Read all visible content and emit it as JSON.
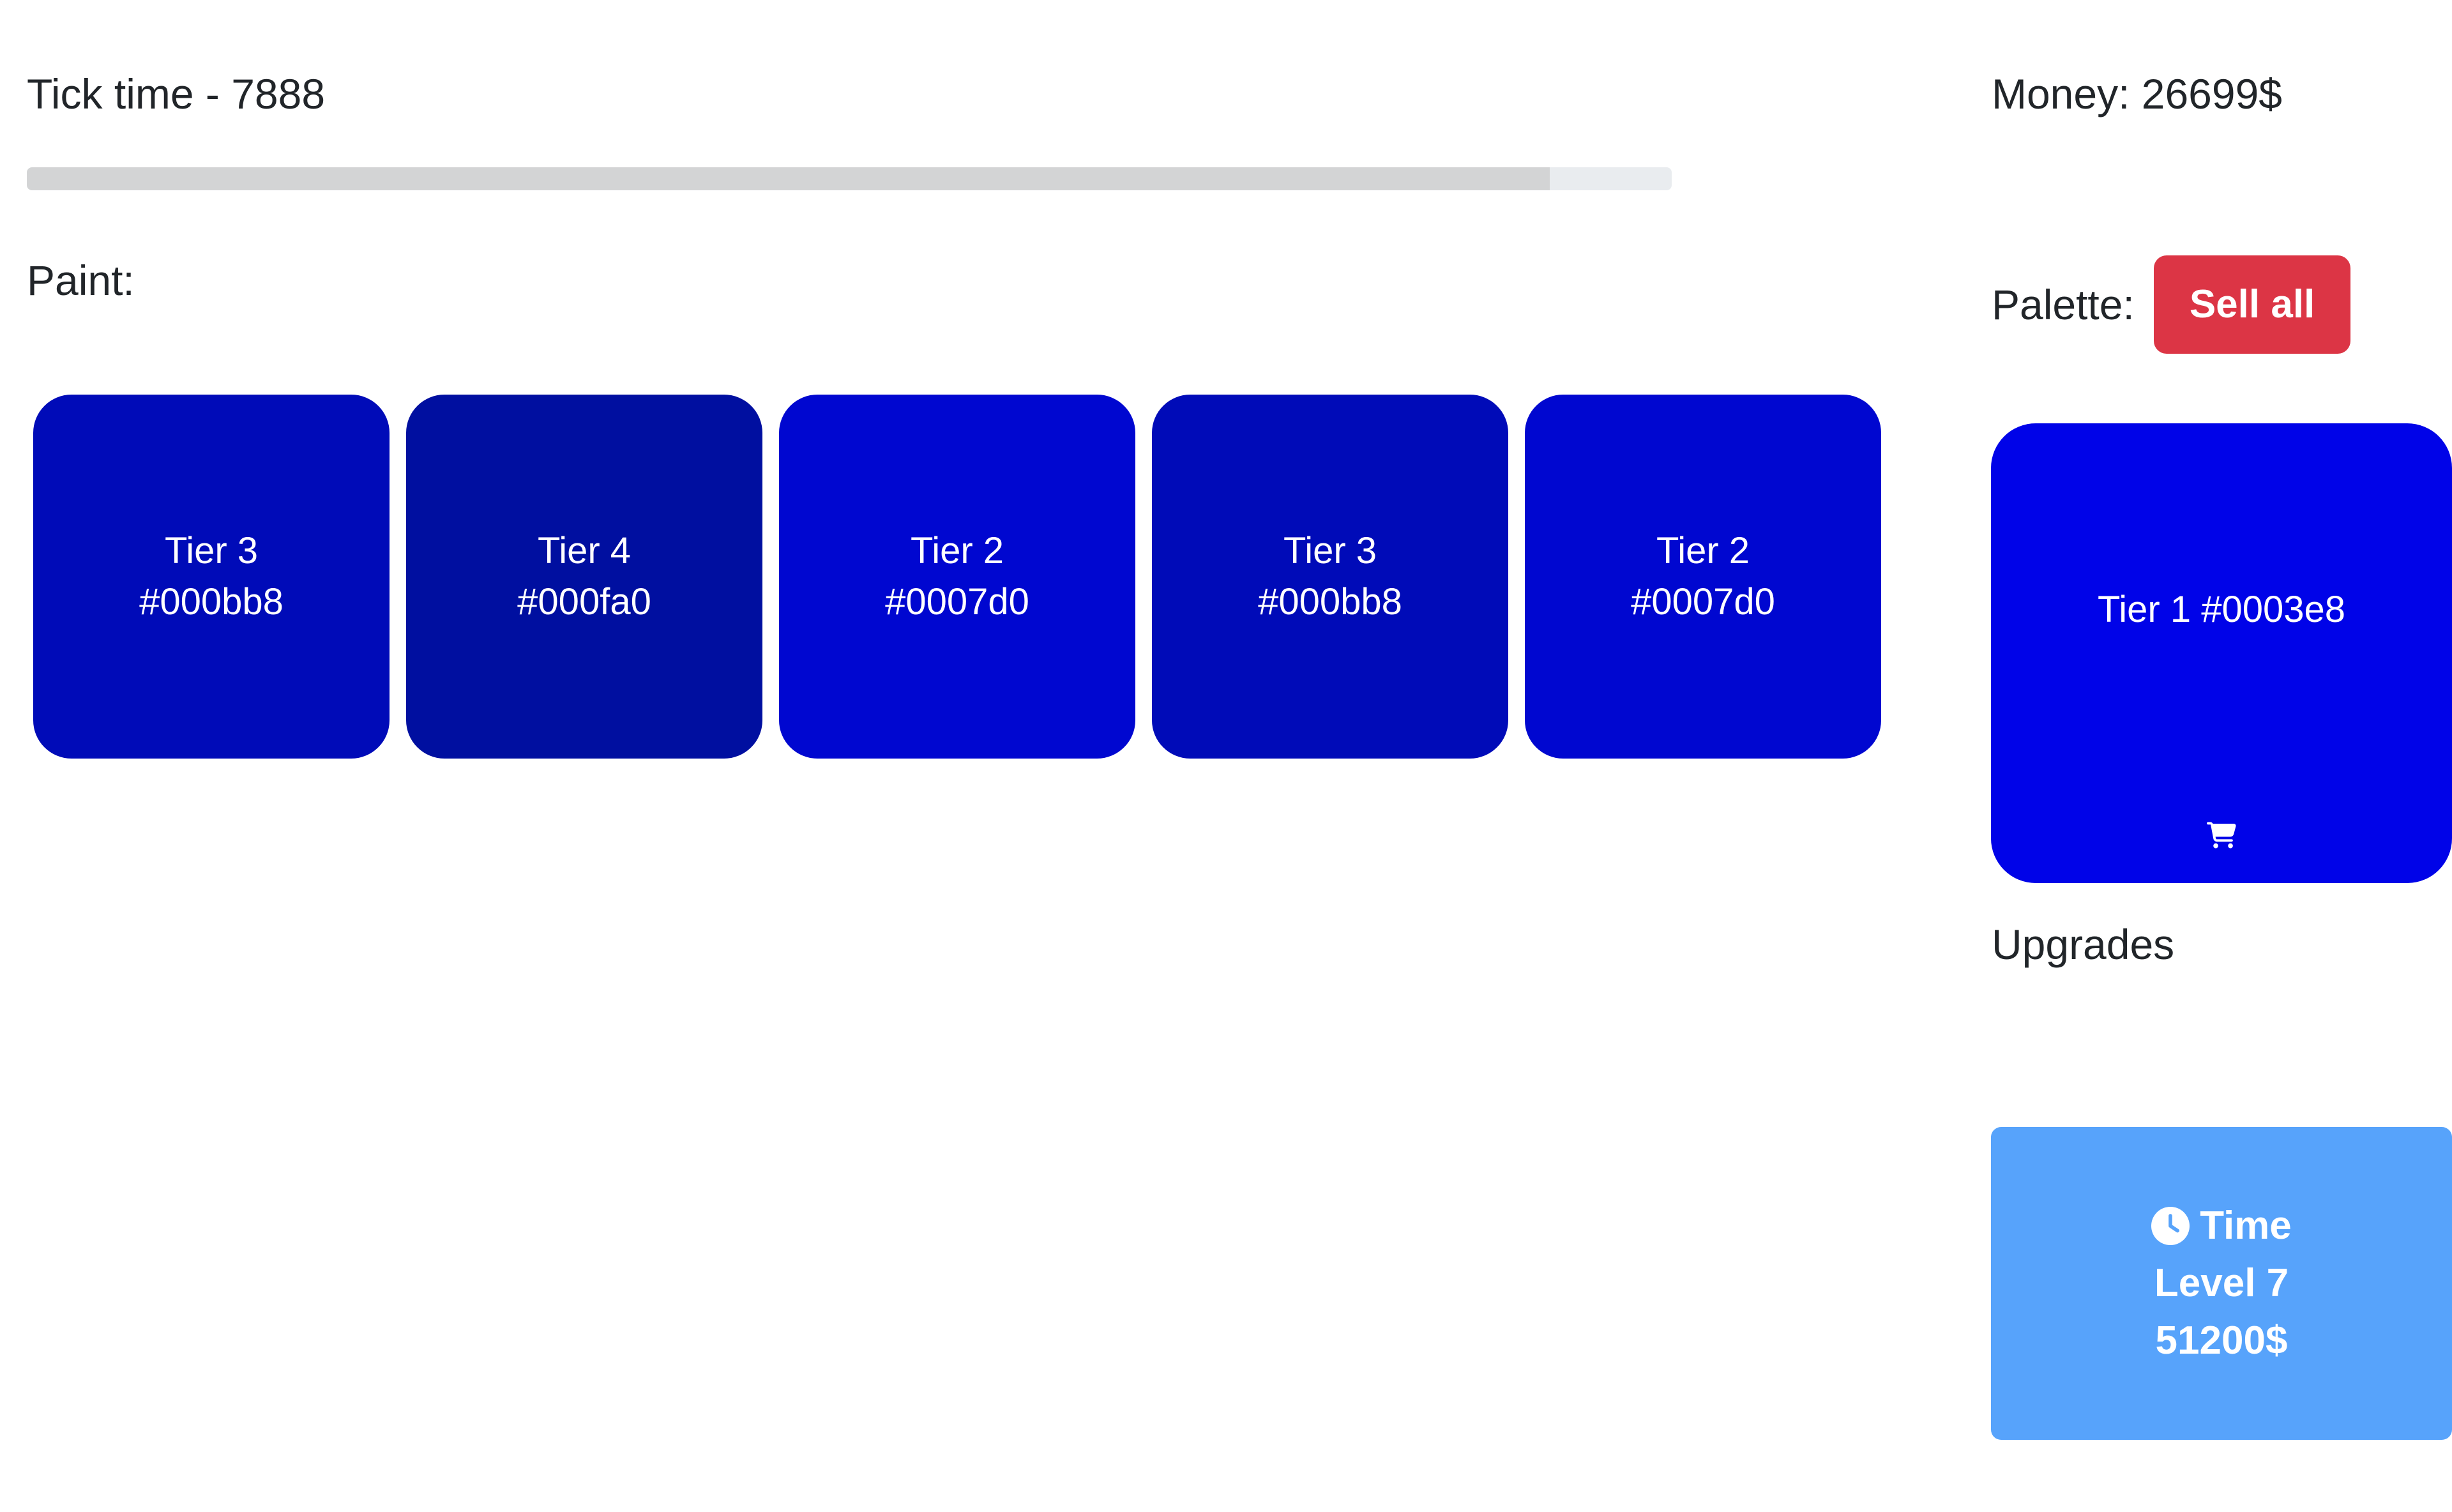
{
  "header": {
    "tick_time_label": "Tick time - 7888",
    "tick_progress_percent": 92.6
  },
  "paint": {
    "section_label": "Paint:",
    "tiles": [
      {
        "tier": "Tier 3",
        "hex": "#000bb8"
      },
      {
        "tier": "Tier 4",
        "hex": "#000fa0"
      },
      {
        "tier": "Tier 2",
        "hex": "#0007d0"
      },
      {
        "tier": "Tier 3",
        "hex": "#000bb8"
      },
      {
        "tier": "Tier 2",
        "hex": "#0007d0"
      }
    ]
  },
  "sidebar": {
    "money_label": "Money: 26699$",
    "palette_label": "Palette:",
    "sell_all_label": "Sell all",
    "palette_card": {
      "tier": "Tier 1",
      "hex": "#0003e8",
      "buy_icon": "shopping-cart-icon"
    },
    "upgrades_label": "Upgrades",
    "upgrades": [
      {
        "icon": "clock-icon",
        "name": "Time",
        "level": "Level 7",
        "price": "51200$",
        "color": "#57a3fb"
      }
    ]
  },
  "colors": {
    "progress_track": "#e9ecef",
    "progress_fill": "#d3d4d5",
    "sell_all_bg": "#dc3545",
    "text": "#212529",
    "page_bg": "#ffffff"
  }
}
